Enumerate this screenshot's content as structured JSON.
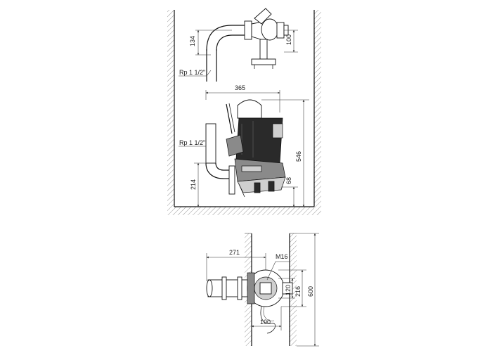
{
  "labels": {
    "rp_upper": "Rp 1 1/2\"",
    "rp_lower": "Rp 1 1/2\"",
    "m16": "M16"
  },
  "dimensions": {
    "d134": "134",
    "d100_valve": "100",
    "d365": "365",
    "d546": "546",
    "d68": "68",
    "d214": "214",
    "d271": "271",
    "d120": "120",
    "d216": "216",
    "d600": "600",
    "d100_plan": "100"
  }
}
